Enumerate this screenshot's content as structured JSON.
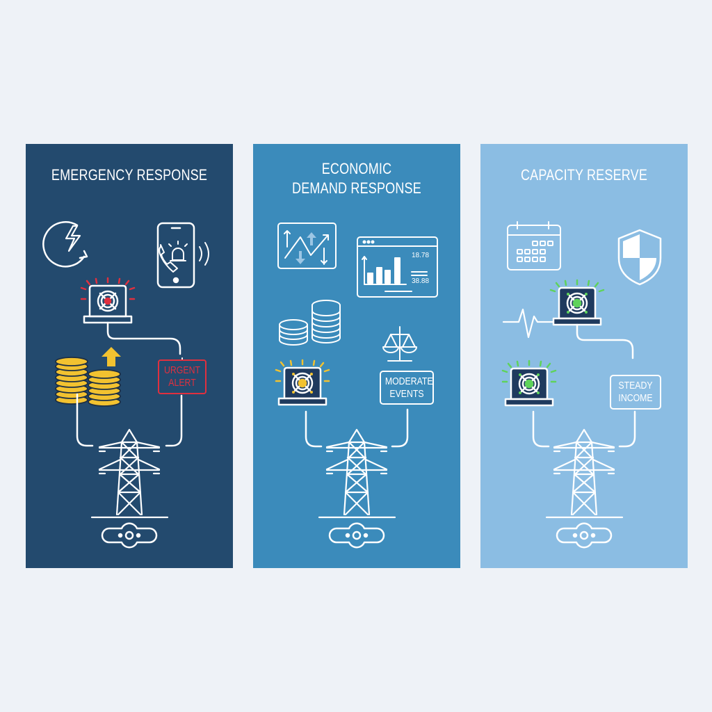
{
  "colors": {
    "background": "#eef2f7",
    "panel_emergency": "#234a6e",
    "panel_economic": "#3b8bbb",
    "panel_capacity": "#8bbde3",
    "alert_red": "#e0303f",
    "coin_yellow": "#f2c230",
    "moderate_yellow": "#f2c230",
    "steady_green": "#5fd35a",
    "device_dark": "#1f3a5e"
  },
  "panels": [
    {
      "id": "emergency",
      "title": "EMERGENCY RESPONSE",
      "tag": "URGENT\nALERT",
      "tag_line1": "URGENT",
      "tag_line2": "ALERT",
      "icons": [
        "lightning-cycle-icon",
        "phone-alarm-icon",
        "red-alarm-miner-icon",
        "rising-coins-icon",
        "power-tower-icon",
        "grid-connector-icon"
      ]
    },
    {
      "id": "economic",
      "title_line1": "ECONOMIC",
      "title_line2": "DEMAND RESPONSE",
      "tag_line1": "MODERATE",
      "tag_line2": "EVENTS",
      "dashboard_values": [
        "18.78",
        "38.88"
      ],
      "icons": [
        "price-trend-icon",
        "dashboard-chart-icon",
        "dollar-coins-icon",
        "balance-scale-icon",
        "yellow-alarm-miner-icon",
        "power-tower-icon",
        "grid-connector-icon"
      ]
    },
    {
      "id": "capacity",
      "title": "CAPACITY RESERVE",
      "tag_line1": "STEADY",
      "tag_line2": "INCOME",
      "icons": [
        "calendar-icon",
        "shield-icon",
        "heartbeat-icon",
        "green-alarm-miner-icon",
        "power-tower-icon",
        "grid-connector-icon"
      ]
    }
  ]
}
